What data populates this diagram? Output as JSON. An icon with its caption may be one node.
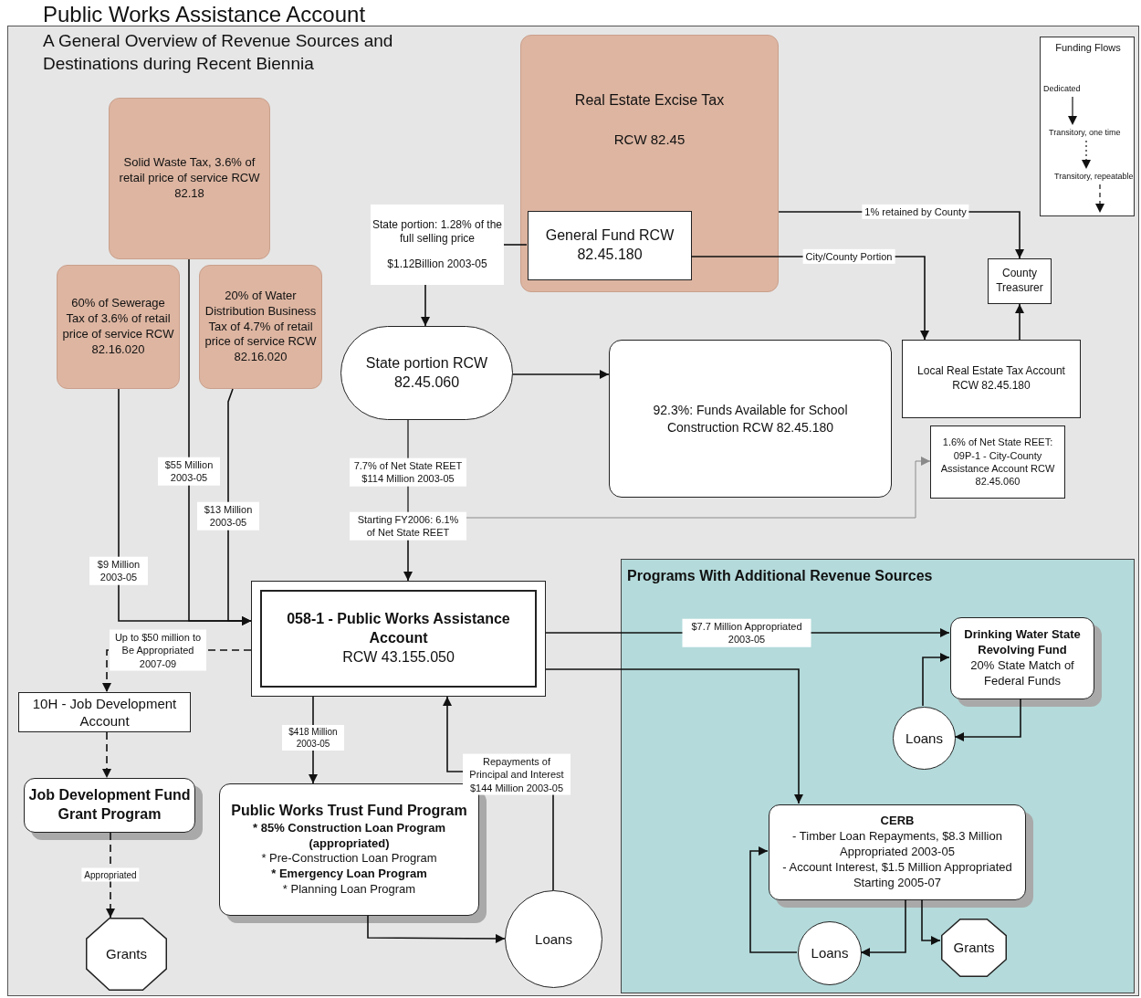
{
  "diagram": {
    "title": "Public Works Assistance Account",
    "nodes": [
      {
        "text": [
          "Real Estate Excise Tax",
          "RCW 82.45"
        ]
      },
      {
        "text": [
          "General Fund RCW 82.45.180"
        ],
        "in": 0
      },
      {
        "text": [
          "Solid Waste Tax, 3.6% of retail price of service RCW 82.18"
        ]
      },
      {
        "text": [
          "60% of Sewerage Tax of 3.6% of retail price of service RCW 82.16.020"
        ]
      },
      {
        "text": [
          "20% of Water Distribution Business Tax of 4.7% of retail price of service RCW 82.16.020"
        ]
      },
      {
        "text": [
          "State portion: 1.28% of the full selling price",
          "$1.12Billion 2003-05"
        ]
      },
      {
        "text": [
          "State portion RCW 82.45.060"
        ]
      },
      {
        "text": [
          "92.3%: Funds Available for School Construction RCW 82.45.180"
        ]
      },
      {
        "text": [
          "County Treasurer"
        ]
      },
      {
        "text": [
          "Local Real Estate Tax Account RCW 82.45.180"
        ]
      },
      {
        "text": [
          "1.6% of Net State REET: 09P-1 - City-County Assistance Account RCW 82.45.060"
        ]
      },
      {
        "text": [
          "058-1 - Public Works Assistance Account",
          "RCW 43.155.050"
        ]
      },
      {
        "text": [
          "10H - Job Development Account"
        ]
      },
      {
        "text": [
          "Job Development Fund Grant Program"
        ]
      },
      {
        "text": [
          "Grants"
        ]
      },
      {
        "text": [
          "Public Works Trust Fund Program",
          "* 85% Construction Loan Program (appropriated)",
          "* Pre-Construction Loan Program",
          "* Emergency Loan Program",
          "* Planning Loan Program"
        ]
      },
      {
        "text": [
          "Loans"
        ]
      },
      {
        "text": [
          "Programs With Additional Revenue Sources"
        ]
      },
      {
        "text": [
          "Drinking Water State Revolving Fund",
          "20% State Match of Federal Funds"
        ],
        "in": 17
      },
      {
        "text": [
          "Loans"
        ],
        "in": 17
      },
      {
        "text": [
          "CERB",
          "- Timber Loan Repayments, $8.3 Million Appropriated 2003-05",
          "- Account Interest, $1.5 Million Appropriated Starting 2005-07"
        ],
        "in": 17
      },
      {
        "text": [
          "Loans"
        ],
        "in": 17
      },
      {
        "text": [
          "Grants"
        ],
        "in": 17
      }
    ],
    "edges": [
      {
        "from": 0,
        "to": 8,
        "arrow": "to",
        "label": "1% retained by County"
      },
      {
        "from": 1,
        "to": 9,
        "arrow": "to",
        "label": "City/County Portion"
      },
      {
        "from": 9,
        "to": 8,
        "arrow": "to"
      },
      {
        "from": 1,
        "to": 5,
        "arrow": "none"
      },
      {
        "from": 5,
        "to": 6,
        "arrow": "to"
      },
      {
        "from": 6,
        "to": 7,
        "arrow": "to"
      },
      {
        "from": 6,
        "to": 11,
        "arrow": "to",
        "label": "7.7% of Net State REET $114 Million 2003-05"
      },
      {
        "from": 6,
        "to": 10,
        "arrow": "to",
        "label": "Starting FY2006: 6.1% of Net State REET",
        "color": "#8a8a8a"
      },
      {
        "from": 2,
        "to": 11,
        "arrow": "to",
        "label": "$55 Million 2003-05"
      },
      {
        "from": 3,
        "to": 11,
        "arrow": "to",
        "label": "$9 Million 2003-05"
      },
      {
        "from": 4,
        "to": 11,
        "arrow": "to",
        "label": "$13 Million 2003-05"
      },
      {
        "from": 11,
        "to": 12,
        "arrow": "to",
        "style": "dashed",
        "label": "Up to $50 million to Be Appropriated 2007-09"
      },
      {
        "from": 12,
        "to": 13,
        "arrow": "to",
        "style": "dashed"
      },
      {
        "from": 13,
        "to": 14,
        "arrow": "to",
        "style": "dashed",
        "label": "Appropriated"
      },
      {
        "from": 11,
        "to": 15,
        "arrow": "to",
        "label": "$418 Million 2003-05"
      },
      {
        "from": 15,
        "to": 16,
        "arrow": "to"
      },
      {
        "from": 16,
        "to": 11,
        "arrow": "to",
        "label": "Repayments of Principal and Interest $144 Million 2003-05"
      },
      {
        "from": 11,
        "to": 18,
        "arrow": "to",
        "label": "$7.7 Million Appropriated 2003-05"
      },
      {
        "from": 11,
        "to": 20,
        "arrow": "to"
      },
      {
        "from": 18,
        "to": 19,
        "arrow": "to"
      },
      {
        "from": 19,
        "to": 18,
        "arrow": "to"
      },
      {
        "from": 20,
        "to": 21,
        "arrow": "to"
      },
      {
        "from": 21,
        "to": 20,
        "arrow": "to"
      },
      {
        "from": 20,
        "to": 22,
        "arrow": "to"
      }
    ],
    "labels": [
      "A General Overview of Revenue Sources and Destinations during Recent Biennia",
      "Funding Flows"
    ],
    "legend": [
      {
        "text": "Dedicated"
      },
      {
        "text": "Transitory, one time"
      },
      {
        "text": "Transitory, repeatable"
      }
    ]
  }
}
